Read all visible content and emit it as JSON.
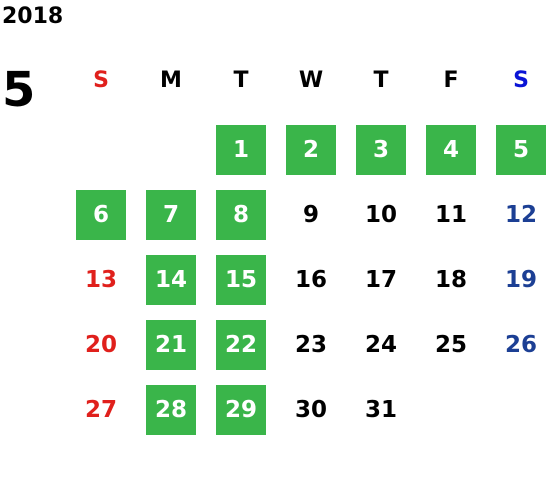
{
  "year": "2018",
  "month": "5",
  "colors": {
    "highlight": "#3ab54a",
    "sunday": "#e0201c",
    "saturday": "#1c3f94",
    "saturday_header": "#0a14d6"
  },
  "weekdays": [
    "S",
    "M",
    "T",
    "W",
    "T",
    "F",
    "S"
  ],
  "weeks": [
    [
      {
        "d": ""
      },
      {
        "d": ""
      },
      {
        "d": "1",
        "hl": true
      },
      {
        "d": "2",
        "hl": true
      },
      {
        "d": "3",
        "hl": true
      },
      {
        "d": "4",
        "hl": true
      },
      {
        "d": "5",
        "hl": true
      }
    ],
    [
      {
        "d": "6",
        "hl": true
      },
      {
        "d": "7",
        "hl": true
      },
      {
        "d": "8",
        "hl": true
      },
      {
        "d": "9"
      },
      {
        "d": "10"
      },
      {
        "d": "11"
      },
      {
        "d": "12"
      }
    ],
    [
      {
        "d": "13"
      },
      {
        "d": "14",
        "hl": true
      },
      {
        "d": "15",
        "hl": true
      },
      {
        "d": "16"
      },
      {
        "d": "17"
      },
      {
        "d": "18"
      },
      {
        "d": "19"
      }
    ],
    [
      {
        "d": "20"
      },
      {
        "d": "21",
        "hl": true
      },
      {
        "d": "22",
        "hl": true
      },
      {
        "d": "23"
      },
      {
        "d": "24"
      },
      {
        "d": "25"
      },
      {
        "d": "26"
      }
    ],
    [
      {
        "d": "27"
      },
      {
        "d": "28",
        "hl": true
      },
      {
        "d": "29",
        "hl": true
      },
      {
        "d": "30"
      },
      {
        "d": "31"
      },
      {
        "d": ""
      },
      {
        "d": ""
      }
    ]
  ]
}
